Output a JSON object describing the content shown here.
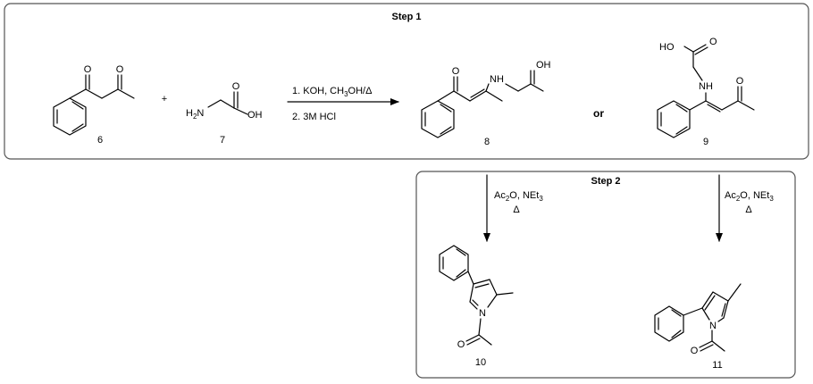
{
  "step1": {
    "title": "Step 1",
    "plus": "+",
    "or": "or",
    "compounds": {
      "c6": "6",
      "c7": "7",
      "c8": "8",
      "c9": "9"
    },
    "conditions": {
      "line1_prefix": "1. KOH, CH",
      "line1_sub": "3",
      "line1_suffix": "OH/Δ",
      "line2": "2. 3M HCl"
    }
  },
  "step2": {
    "title": "Step 2",
    "compounds": {
      "c10": "10",
      "c11": "11"
    },
    "conditions": {
      "reagent_ac": "Ac",
      "reagent_sub": "2",
      "reagent_mid": "O, NEt",
      "reagent_sub2": "3",
      "heat": "Δ"
    }
  },
  "atoms": {
    "O": "O",
    "N": "N",
    "NH": "NH",
    "OH": "OH",
    "HO": "HO",
    "H2N_H": "H",
    "H2N_sub": "2",
    "H2N_N": "N"
  }
}
